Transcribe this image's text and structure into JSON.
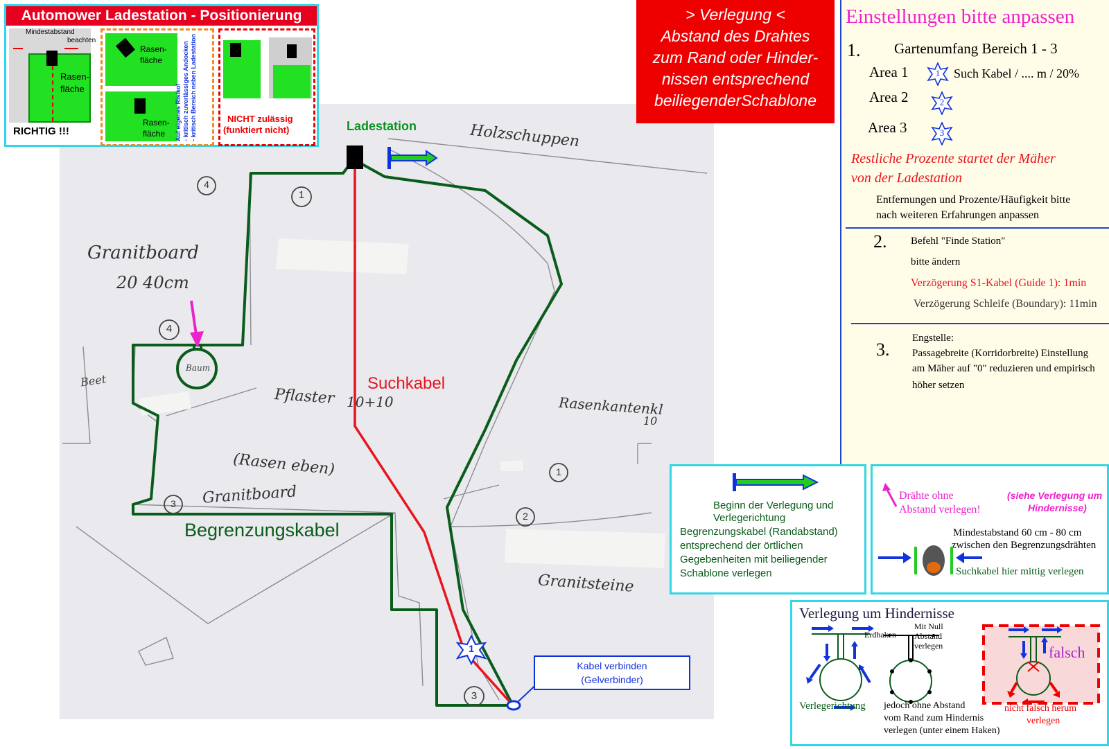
{
  "top_left": {
    "title": "Automower Ladestation - Positionierung",
    "mindestabstand": "Mindestabstand",
    "beachten": "beachten",
    "rasen1": "Rasen-",
    "flaeche1": "fläche",
    "richtig": "RICHTIG !!!",
    "rasen2": "Rasen-",
    "flaeche2": "fläche",
    "rasen3": "Rasen-",
    "flaeche3": "fläche",
    "risiko_1": "Auf eigenes Risiko!",
    "risiko_2": "- kritisch zuverlässiges Andocken",
    "risiko_3": "- kritisch Bereich neben Ladestation",
    "nicht_1": "NICHT zulässig",
    "nicht_2": "(funktiert nicht)"
  },
  "banner": {
    "line1": "> Verlegung <",
    "line2": "Abstand des Drahtes",
    "line3": "zum Rand oder Hinder-",
    "line4": "nissen entsprechend",
    "line5": "beiliegenderSchablone"
  },
  "settings": {
    "title": "Einstellungen bitte anpassen",
    "n1": "1.",
    "gartenumfang": "Gartenumfang Bereich 1 - 3",
    "area1": "Area 1",
    "area1_star": "1",
    "area1_text": "Such Kabel / .... m / 20%",
    "area2": "Area 2",
    "area2_star": "2",
    "area3": "Area 3",
    "area3_star": "3",
    "restlich_1": "Restliche Prozente  startet der Mäher",
    "restlich_2": "von der Ladestation",
    "entf_1": "Entfernungen und Prozente/Häufigkeit bitte",
    "entf_2": "nach weiteren Erfahrungen anpassen",
    "n2": "2.",
    "befehl": "Befehl \"Finde Station\"",
    "aendern": "bitte ändern",
    "verz_s1": "Verzögerung S1-Kabel (Guide 1): 1min",
    "verz_schleife": "Verzögerung Schleife (Boundary): 11min",
    "n3": "3.",
    "engstelle": "Engstelle:",
    "passage_1": "Passagebreite (Korridorbreite) Einstellung",
    "passage_2": "am Mäher auf \"0\" reduzieren und empirisch",
    "passage_3": "höher setzen"
  },
  "sketch": {
    "ladestation": "Ladestation",
    "holzschuppen": "Holzschuppen",
    "granitboard": "Granitboard",
    "granit_dim": "20 40cm",
    "suchkabel": "Suchkabel",
    "pflaster": "Pflaster",
    "pflaster_dim": "10+10",
    "rasenkanten": "Rasenkantenkl",
    "rasenkanten_dim": "10",
    "rasen_eben": "(Rasen eben)",
    "granitboard2": "Granitboard",
    "begrenzungskabel": "Begrenzungskabel",
    "granitsteine": "Granitsteine",
    "beet": "Beet",
    "baum": "Baum",
    "star1": "1",
    "kabel_verbinden_1": "Kabel verbinden",
    "kabel_verbinden_2": "(Gelverbinder)",
    "circle_1a": "1",
    "circle_4a": "4",
    "circle_4b": "4",
    "circle_1b": "1",
    "circle_2": "2",
    "circle_3a": "3",
    "circle_3b": "3"
  },
  "legend_begin": {
    "l1": "Beginn der Verlegung und",
    "l2": "Verlegerichtung",
    "l3": "Begrenzungskabel (Randabstand)",
    "l4": "entsprechend der örtlichen",
    "l5": "Gegebenheiten mit beiliegender",
    "l6": "Schablone verlegen"
  },
  "legend_abstand": {
    "draehte_1": "Drähte ohne",
    "draehte_2": "Abstand verlegen!",
    "siehe_1": "(siehe Verlegung um",
    "siehe_2": "Hindernisse)",
    "mindest_1": "Mindestabstand 60 cm - 80 cm",
    "mindest_2": "zwischen den Begrenzungsdrähten",
    "suchkabel_mittig": "Suchkabel hier mittig verlegen"
  },
  "legend_hindernis": {
    "title": "Verlegung um Hindernisse",
    "mit_null_1": "Mit Null",
    "mit_null_2": "Abstand",
    "mit_null_3": "verlegen",
    "erdhaken": "Erdhaken",
    "falsch": "falsch",
    "verlegerichtung": "Verlegerichtung",
    "jedoch_1": "jedoch ohne Abstand",
    "jedoch_2": "vom Rand zum Hindernis",
    "jedoch_3": "verlegen (unter einem Haken)",
    "nicht_falsch_1": "nicht falsch herum",
    "nicht_falsch_2": "verlegen"
  },
  "colors": {
    "boundary": "#0a5c1a",
    "guide": "#e8141e",
    "banner": "#ee0000",
    "cyan_border": "#33d6e6",
    "magenta": "#ee22cc",
    "blue": "#1133dd"
  }
}
